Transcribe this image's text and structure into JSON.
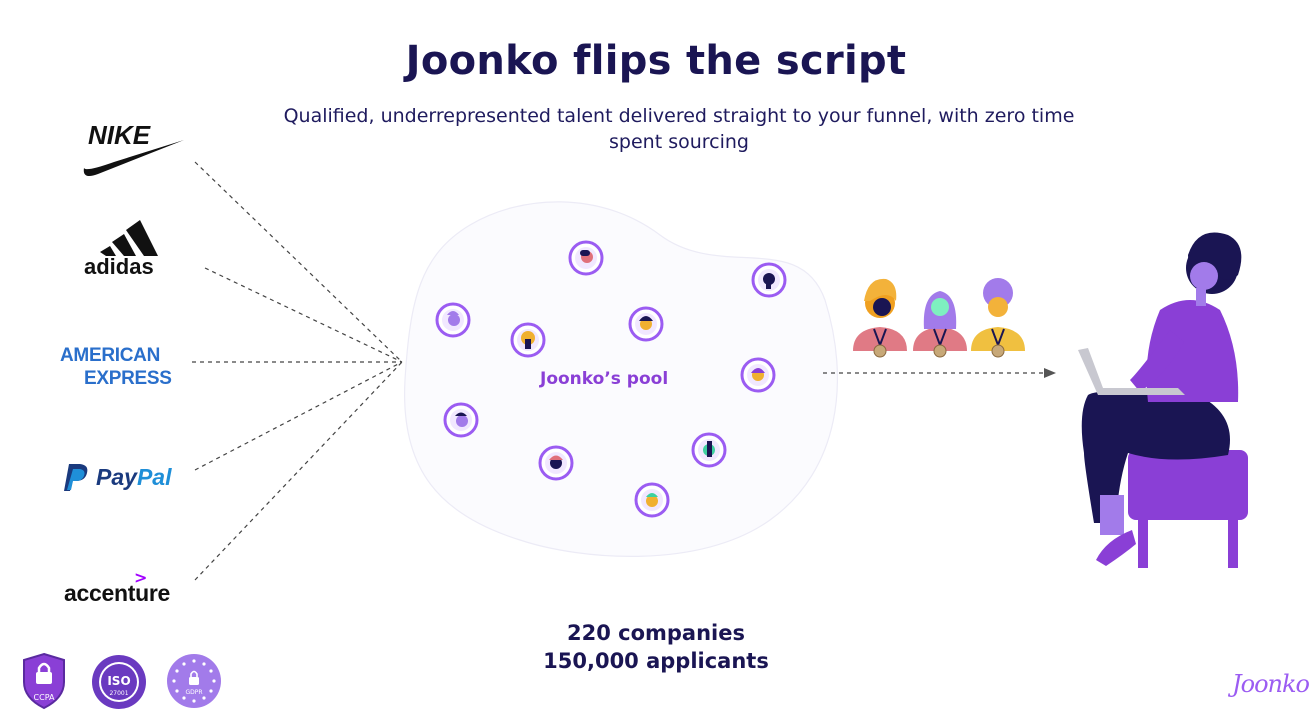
{
  "header": {
    "title": "Joonko flips the script",
    "subtitle": "Qualified, underrepresented talent delivered straight to your funnel, with zero time spent sourcing"
  },
  "company_logos": [
    {
      "name": "nike",
      "text": "NIKE"
    },
    {
      "name": "adidas",
      "text": "adidas"
    },
    {
      "name": "american-express",
      "line1": "AMERICAN",
      "line2": "EXPRESS"
    },
    {
      "name": "paypal",
      "pay": "Pay",
      "pal": "Pal"
    },
    {
      "name": "accenture",
      "text": "accenture",
      "mark": ">"
    }
  ],
  "pool": {
    "label": "Joonko’s pool"
  },
  "stats": {
    "companies": "220 companies",
    "applicants": "150,000 applicants"
  },
  "badges": {
    "ccpa": "CCPA",
    "iso": "ISO",
    "iso_code": "27001",
    "gdpr": "GDPR"
  },
  "brand": {
    "logo_text": "Joonko"
  },
  "colors": {
    "title": "#1a1553",
    "accent_purple": "#8a3fd6",
    "pool_ring": "#9b5cf2",
    "amex_blue": "#2a6fcb"
  }
}
